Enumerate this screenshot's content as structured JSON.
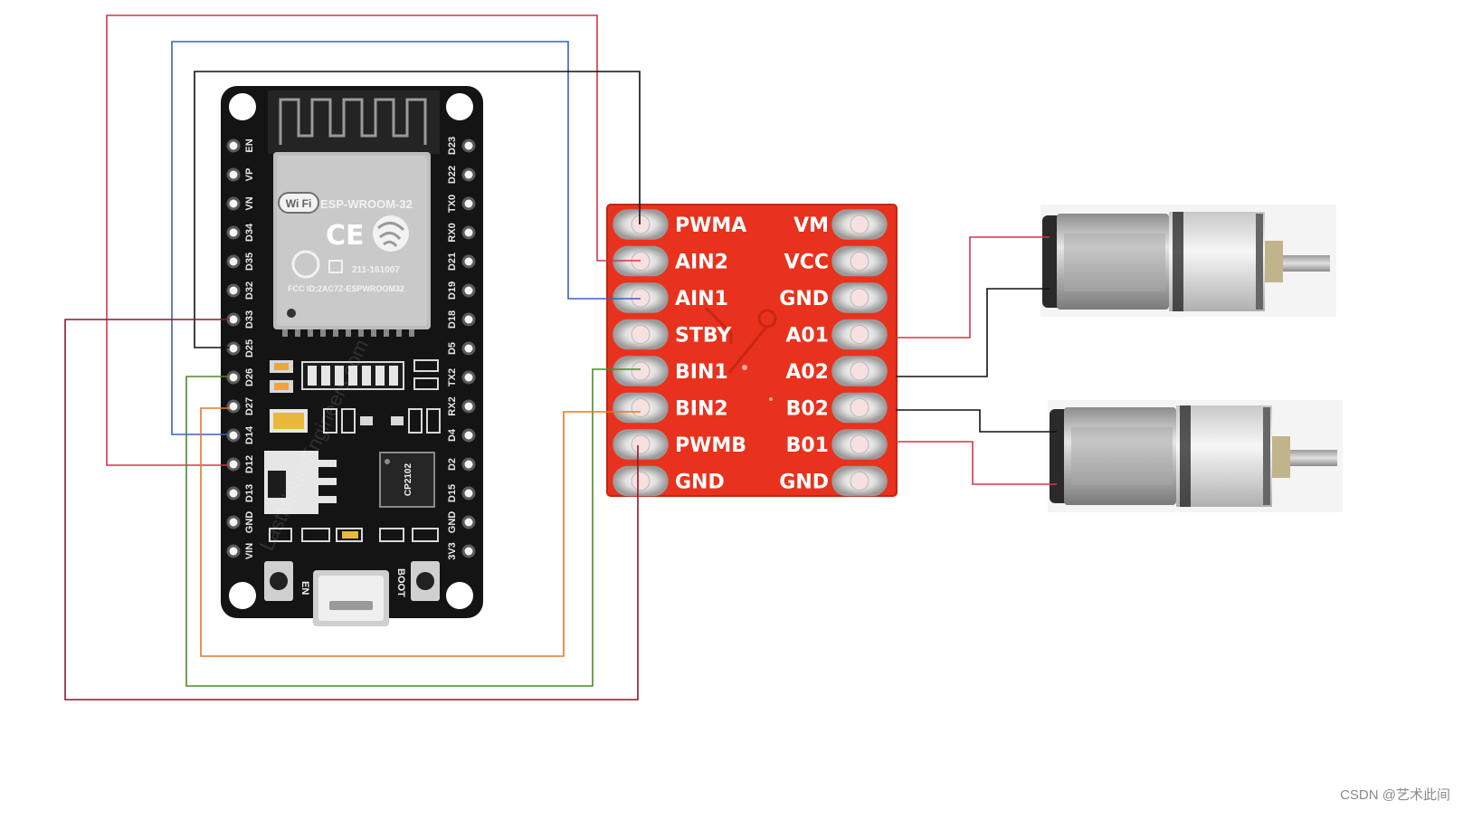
{
  "esp32": {
    "module_name": "ESP-WROOM-32",
    "wifi_badge": "Wi Fi",
    "cert_number": "211-161007",
    "fcc_id": "FCC ID:2AC7Z-ESPWROOM32",
    "usb_chip": "CP2102",
    "button_en": "EN",
    "button_boot": "BOOT",
    "watermark_text": "LastMinuteEngineers.com",
    "left_pins": [
      "EN",
      "VP",
      "VN",
      "D34",
      "D35",
      "D32",
      "D33",
      "D25",
      "D26",
      "D27",
      "D14",
      "D12",
      "D13",
      "GND",
      "VIN"
    ],
    "right_pins": [
      "D23",
      "D22",
      "TX0",
      "RX0",
      "D21",
      "D19",
      "D18",
      "D5",
      "TX2",
      "RX2",
      "D4",
      "D2",
      "D15",
      "GND",
      "3V3"
    ]
  },
  "driver": {
    "left_pins": [
      "PWMA",
      "AIN2",
      "AIN1",
      "STBY",
      "BIN1",
      "BIN2",
      "PWMB",
      "GND"
    ],
    "right_pins": [
      "VM",
      "VCC",
      "GND",
      "A01",
      "A02",
      "B02",
      "B01",
      "GND"
    ],
    "board_color": "#e8321e"
  },
  "wires": [
    {
      "from": "D12",
      "to": "AIN2",
      "color": "#d8334a"
    },
    {
      "from": "D14",
      "to": "AIN1",
      "color": "#3a5fc8"
    },
    {
      "from": "D25",
      "to": "PWMA",
      "color": "#111111"
    },
    {
      "from": "D26",
      "to": "BIN1",
      "color": "#4a8a2a"
    },
    {
      "from": "D27",
      "to": "BIN2",
      "color": "#e07a2a"
    },
    {
      "from": "D33",
      "to": "PWMB",
      "color": "#8a1a2a"
    },
    {
      "from": "A01",
      "to": "motor1",
      "color": "#d8334a"
    },
    {
      "from": "A02",
      "to": "motor1",
      "color": "#111111"
    },
    {
      "from": "B02",
      "to": "motor2",
      "color": "#111111"
    },
    {
      "from": "B01",
      "to": "motor2",
      "color": "#d8334a"
    }
  ],
  "watermark": "CSDN @艺术此间"
}
